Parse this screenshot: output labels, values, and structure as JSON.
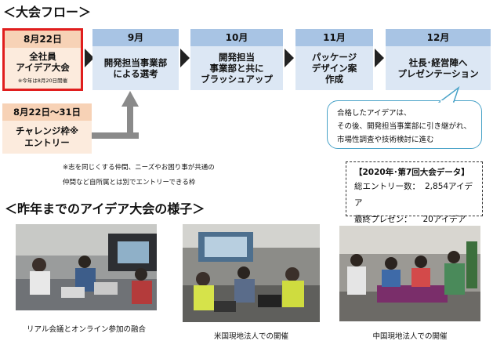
{
  "headings": {
    "flow": "＜大会フロー＞",
    "past": "＜昨年までのアイデア大会の様子＞"
  },
  "flow": [
    {
      "date": "8月22日",
      "lines": [
        "全社員",
        "アイデア大会"
      ],
      "note": "※今年は8月20日開催"
    },
    {
      "date": "9月",
      "lines": [
        "開発担当事業部",
        "による選考"
      ]
    },
    {
      "date": "10月",
      "lines": [
        "開発担当",
        "事業部と共に",
        "ブラッシュアップ"
      ]
    },
    {
      "date": "11月",
      "lines": [
        "パッケージ",
        "デザイン案",
        "作成"
      ]
    },
    {
      "date": "12月",
      "lines": [
        "社長･経営陣へ",
        "プレゼンテーション"
      ]
    }
  ],
  "challenge": {
    "date": "8月22日～31日",
    "lines": [
      "チャレンジ枠※",
      "エントリー"
    ]
  },
  "bubble": {
    "lines": [
      "合格したアイデアは、",
      "その後、開発担当事業部に引き継がれ、",
      "市場性調査や技術検討に進む"
    ]
  },
  "footnote": {
    "lines": [
      "※志を同じくする仲間、ニーズやお困り事が共通の",
      "仲間など自所属とは別でエントリーできる枠"
    ]
  },
  "databox": {
    "title": "【2020年･第7回大会データ】",
    "rows": [
      {
        "label": "総エントリー数：",
        "value": "2,854アイデア"
      },
      {
        "label": "最終プレゼン：",
        "value": "20アイデア"
      }
    ]
  },
  "photos": [
    {
      "caption": "リアル会議とオンライン参加の融合"
    },
    {
      "caption": "米国現地法人での開催"
    },
    {
      "caption": "中国現地法人での開催"
    }
  ],
  "colors": {
    "highlight_border": "#e01e1e",
    "blue_header": "#a8c4e4",
    "blue_body": "#dce7f4",
    "orange_header": "#f7d2b6",
    "orange_body": "#fcebdd",
    "bubble_border": "#4aa3c8"
  }
}
